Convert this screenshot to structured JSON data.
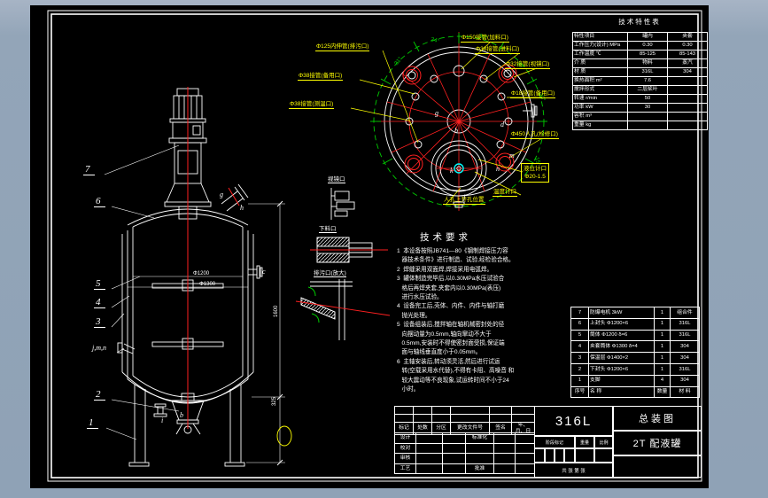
{
  "colors": {
    "background": "#8fa2b6",
    "paper": "#000000",
    "line": "#ffffff",
    "accent_red": "#ff2020",
    "accent_green": "#00cc00",
    "accent_yellow": "#ffff00",
    "accent_cyan": "#00ffff"
  },
  "tech_table": {
    "title": "技术特性表",
    "rows": [
      [
        "特性项目",
        "罐内",
        "夹套"
      ],
      [
        "工作压力(设计) MPa",
        "0.30",
        "0.30"
      ],
      [
        "工作温度 ℃",
        "85-125",
        "85-143"
      ],
      [
        "介 质",
        "物料",
        "蒸汽"
      ],
      [
        "材 质",
        "316L",
        "304"
      ],
      [
        "换热面积 m²",
        "7.6",
        ""
      ],
      [
        "搅拌形式",
        "二层桨叶",
        ""
      ],
      [
        "转速 r/min",
        "50",
        ""
      ],
      [
        "功率 kW",
        "30",
        ""
      ],
      [
        "容积 m³",
        "",
        ""
      ],
      [
        "重量 kg",
        "",
        ""
      ]
    ]
  },
  "tech_req": {
    "title": "技术要求",
    "lines": [
      "1  本设备按照JB741—80《钢制焊接压力容",
      "   器技术条件》进行制造、试验,经检验合格。",
      "2  焊缝采用双面焊,焊接采用电弧焊。",
      "3  罐体制造完毕后,以0.30MPa水压试验合",
      "   格后再焊夹套,夹套内以0.30MPa(表压)",
      "   进行水压试验。",
      "4  设备完工后,壳体、内件、内件与轴打磨",
      "   抛光处理。",
      "5  设备组装后,搅拌轴在轴机械密封处的径",
      "   向摆动量为0.5mm,轴向窜动不大于",
      "   0.5mm,安装时不得使密封面受损,保证端",
      "   面与轴线垂直度小于0.05mm。",
      "6  主轴安装后,转动须灵活,然后进行试运",
      "   转(空载采用水代替),不得有卡阻、高噪音 和",
      "   较大震动等不良现象,试运转时间不小于24",
      "   小时。"
    ]
  },
  "bom": {
    "rows": [
      [
        "7",
        "防爆电机  3kW",
        "1",
        "组合件"
      ],
      [
        "6",
        "上封头 Φ1200×6",
        "1",
        "316L"
      ],
      [
        "5",
        "筒体 Φ1200 δ=6",
        "1",
        "316L"
      ],
      [
        "4",
        "夹套筒体 Φ1300 δ=4",
        "1",
        "304"
      ],
      [
        "3",
        "保温层 Φ1400×2",
        "1",
        "304"
      ],
      [
        "2",
        "下封头 Φ1200×6",
        "1",
        "316L"
      ],
      [
        "1",
        "支脚",
        "4",
        "304"
      ],
      [
        "序号",
        "名  称",
        "数量",
        "材 料"
      ]
    ]
  },
  "callouts": [
    "Φ125内伸管(排污口)",
    "Φ38接管(备用口)",
    "Φ38接管(测温口)",
    "Φ150接管(加料口)",
    "Φ38接管(进料口)",
    "Φ32接管(视镜口)",
    "Φ18接管(备用口)",
    "Φ450人孔(检修口)",
    "温度计口",
    "人孔上开孔位置"
  ],
  "level_port": {
    "line1": "液位计口",
    "line2": "Φ20-1.5"
  },
  "angles": [
    "24°",
    "31°",
    "30°",
    "30°",
    "30°",
    "15°"
  ],
  "details": [
    "视镜口",
    "下料口",
    "排污口(放大)"
  ],
  "items": {
    "n7": "7",
    "n6": "6",
    "n5": "5",
    "n4": "4",
    "n3": "3",
    "n2": "2",
    "n1": "1"
  },
  "letters": {
    "h": "h",
    "g": "g",
    "c": "c",
    "i": "i",
    "b": "b",
    "jmn": "j,m,n",
    "g2": "g",
    "d": "d",
    "b2": "b",
    "k": "k",
    "m": "m",
    "n": "n",
    "j": "j"
  },
  "dims": {
    "phi1200": "Φ1200",
    "phi1300": "Φ1300",
    "h1600": "1600",
    "h325": "325"
  },
  "title_block": {
    "material": "316L",
    "drawing_type": "总装图",
    "product": "2T 配液罐",
    "header_row": [
      "标记",
      "处数",
      "分区",
      "更改文件号",
      "签名",
      "年、月、日"
    ],
    "sign_rows": [
      [
        "设计",
        "标准化"
      ],
      [
        "校对",
        ""
      ],
      [
        "审核",
        ""
      ],
      [
        "工艺",
        "批准"
      ]
    ],
    "stage_label": "阶段标记",
    "weight_label": "重量",
    "scale_label": "比例",
    "sheet_label": "共  张 第  张"
  }
}
